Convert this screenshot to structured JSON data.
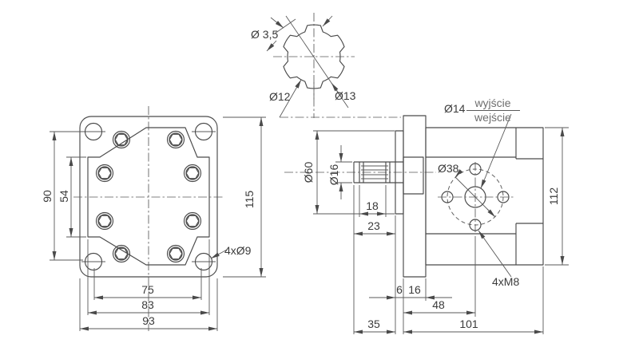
{
  "front_view": {
    "dim_90": "90",
    "dim_54": "54",
    "dim_115": "115",
    "dim_75": "75",
    "dim_83": "83",
    "dim_93": "93",
    "corner_holes_label": "4xØ9"
  },
  "spline_detail": {
    "tooth_width_label": "Ø 3,5",
    "minor_diameter_label": "Ø12",
    "major_diameter_label": "Ø13"
  },
  "side_view": {
    "hub_diameter_label": "Ø60",
    "shaft_diameter_label": "Ø16",
    "dim_18": "18",
    "dim_23": "23",
    "dim_6": "6",
    "dim_16": "16",
    "dim_48": "48",
    "dim_35": "35",
    "dim_101": "101",
    "dim_112": "112",
    "port_diameter_label": "Ø14",
    "outlet_label": "wyjście",
    "inlet_label": "wejście",
    "bolt_circle_label": "Ø38",
    "thread_label": "4xM8"
  },
  "colors": {
    "line": "#4a4a4a",
    "text": "#3b3b3b",
    "secondary_text": "#6e6e6e",
    "background": "#ffffff"
  }
}
